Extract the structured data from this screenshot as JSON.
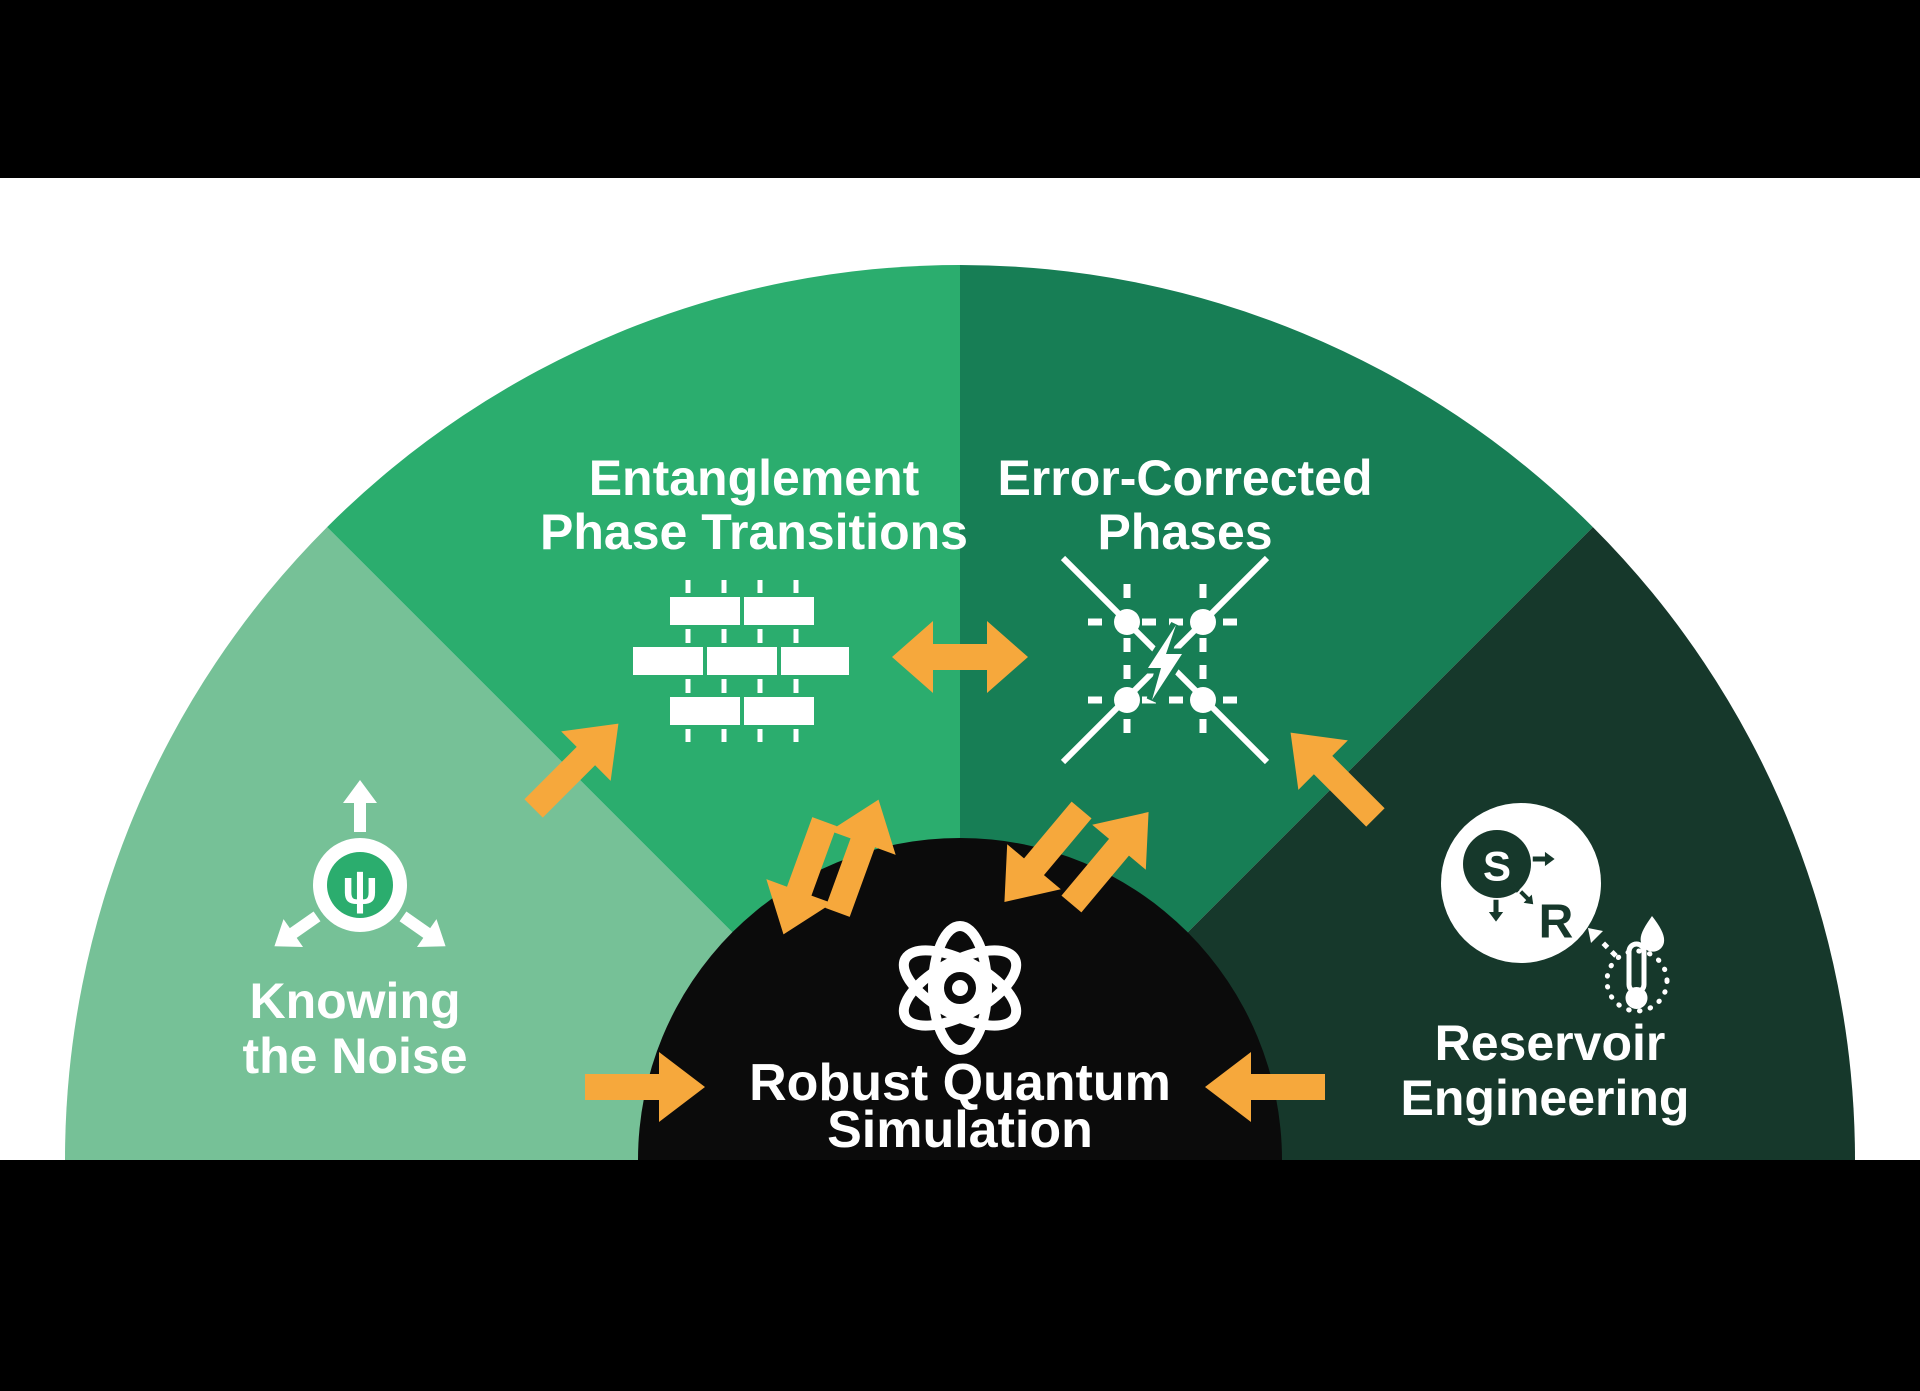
{
  "colors": {
    "page_background": "#ffffff",
    "band_black": "#000000",
    "center_black": "#0b0b0b",
    "sector_knowing": "#76c197",
    "sector_entanglement": "#2bad6e",
    "sector_error_corrected": "#177e55",
    "sector_reservoir": "#16382b",
    "arrow_orange": "#f6a83c",
    "icon_white": "#ffffff",
    "text_white": "#ffffff"
  },
  "sections": {
    "knowing_the_noise": {
      "line1": "Knowing",
      "line2": "the Noise",
      "icon": "psi-noise-arrows-icon",
      "psi_glyph": "ψ"
    },
    "entanglement_phase_transitions": {
      "line1": "Entanglement",
      "line2": "Phase Transitions",
      "icon": "brickwork-circuit-icon"
    },
    "error_corrected_phases": {
      "line1": "Error-Corrected",
      "line2": "Phases",
      "icon": "lattice-lightning-icon"
    },
    "reservoir_engineering": {
      "line1": "Reservoir",
      "line2": "Engineering",
      "icon": "system-reservoir-thermometer-icon",
      "system_glyph": "S",
      "reservoir_glyph": "R"
    }
  },
  "center": {
    "line1": "Robust Quantum",
    "line2": "Simulation",
    "icon": "atom-icon"
  }
}
